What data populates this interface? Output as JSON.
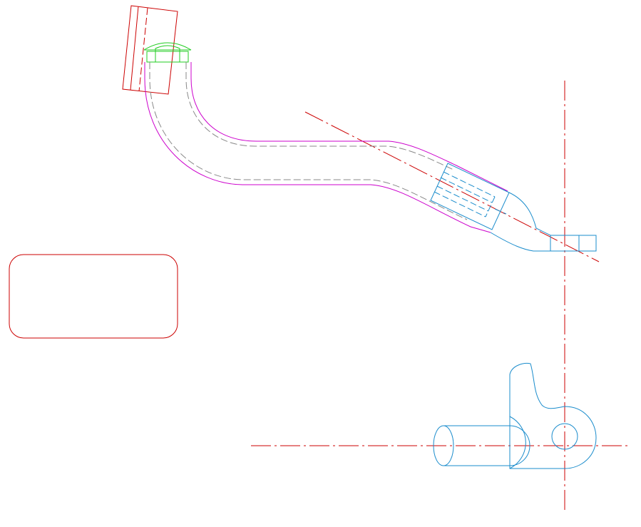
{
  "drawing": {
    "colors": {
      "background": "#ffffff",
      "centerline": "#cc0000",
      "outline_red": "#cc0000",
      "pipe_outline": "#cc00cc",
      "hidden_line": "#888888",
      "part_blue": "#1a8ccc",
      "fitting_green": "#22cc22"
    },
    "layers": [
      {
        "name": "centerline",
        "icon": "dash-dot-line-icon"
      },
      {
        "name": "pipe",
        "icon": "pipe-outline-icon"
      },
      {
        "name": "clamp-bracket",
        "icon": "bracket-icon"
      },
      {
        "name": "fitting",
        "icon": "fitting-icon"
      },
      {
        "name": "flange-block",
        "icon": "rectangle-icon"
      },
      {
        "name": "rounded-frame",
        "icon": "rounded-rectangle-icon"
      }
    ]
  }
}
